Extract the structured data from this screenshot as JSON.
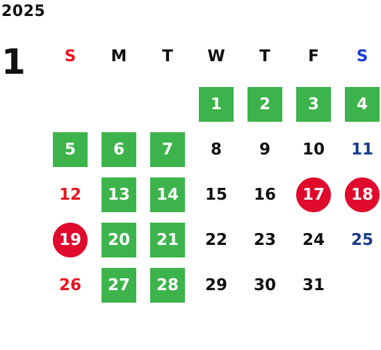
{
  "year": "2025",
  "month": "1",
  "weekdays": [
    {
      "label": "S",
      "kind": "sun"
    },
    {
      "label": "M",
      "kind": "weekday"
    },
    {
      "label": "T",
      "kind": "weekday"
    },
    {
      "label": "W",
      "kind": "weekday"
    },
    {
      "label": "T",
      "kind": "weekday"
    },
    {
      "label": "F",
      "kind": "weekday"
    },
    {
      "label": "S",
      "kind": "sat"
    }
  ],
  "colors": {
    "green_highlight": "#3cb44b",
    "red_highlight": "#e00a2c",
    "sunday_text": "#e8141f",
    "saturday_text": "#1a3c8a"
  },
  "days": [
    {
      "day": "1",
      "week": 0,
      "dow": 3,
      "style": "green"
    },
    {
      "day": "2",
      "week": 0,
      "dow": 4,
      "style": "green"
    },
    {
      "day": "3",
      "week": 0,
      "dow": 5,
      "style": "green"
    },
    {
      "day": "4",
      "week": 0,
      "dow": 6,
      "style": "green"
    },
    {
      "day": "5",
      "week": 1,
      "dow": 0,
      "style": "green"
    },
    {
      "day": "6",
      "week": 1,
      "dow": 1,
      "style": "green"
    },
    {
      "day": "7",
      "week": 1,
      "dow": 2,
      "style": "green"
    },
    {
      "day": "8",
      "week": 1,
      "dow": 3,
      "style": "plain"
    },
    {
      "day": "9",
      "week": 1,
      "dow": 4,
      "style": "plain"
    },
    {
      "day": "10",
      "week": 1,
      "dow": 5,
      "style": "plain"
    },
    {
      "day": "11",
      "week": 1,
      "dow": 6,
      "style": "plain"
    },
    {
      "day": "12",
      "week": 2,
      "dow": 0,
      "style": "plain"
    },
    {
      "day": "13",
      "week": 2,
      "dow": 1,
      "style": "green"
    },
    {
      "day": "14",
      "week": 2,
      "dow": 2,
      "style": "green"
    },
    {
      "day": "15",
      "week": 2,
      "dow": 3,
      "style": "plain"
    },
    {
      "day": "16",
      "week": 2,
      "dow": 4,
      "style": "plain"
    },
    {
      "day": "17",
      "week": 2,
      "dow": 5,
      "style": "red"
    },
    {
      "day": "18",
      "week": 2,
      "dow": 6,
      "style": "red"
    },
    {
      "day": "19",
      "week": 3,
      "dow": 0,
      "style": "red"
    },
    {
      "day": "20",
      "week": 3,
      "dow": 1,
      "style": "green"
    },
    {
      "day": "21",
      "week": 3,
      "dow": 2,
      "style": "green"
    },
    {
      "day": "22",
      "week": 3,
      "dow": 3,
      "style": "plain"
    },
    {
      "day": "23",
      "week": 3,
      "dow": 4,
      "style": "plain"
    },
    {
      "day": "24",
      "week": 3,
      "dow": 5,
      "style": "plain"
    },
    {
      "day": "25",
      "week": 3,
      "dow": 6,
      "style": "plain"
    },
    {
      "day": "26",
      "week": 4,
      "dow": 0,
      "style": "plain"
    },
    {
      "day": "27",
      "week": 4,
      "dow": 1,
      "style": "green"
    },
    {
      "day": "28",
      "week": 4,
      "dow": 2,
      "style": "green"
    },
    {
      "day": "29",
      "week": 4,
      "dow": 3,
      "style": "plain"
    },
    {
      "day": "30",
      "week": 4,
      "dow": 4,
      "style": "plain"
    },
    {
      "day": "31",
      "week": 4,
      "dow": 5,
      "style": "plain"
    }
  ]
}
